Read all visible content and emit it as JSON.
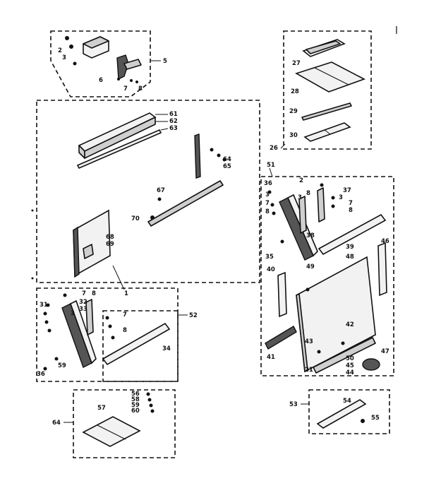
{
  "corner_mark": "l",
  "labels": {
    "n1": "1",
    "n2": "2",
    "n3": "3",
    "n5": "5",
    "n6": "6",
    "n7": "7",
    "n8": "8",
    "n26": "26",
    "n27": "27",
    "n28": "28",
    "n29": "29",
    "n30": "30",
    "n61": "61",
    "n62": "62",
    "n63": "63",
    "n64": "64",
    "n65": "65",
    "n67": "67",
    "n68": "68",
    "n69": "69",
    "n70": "70",
    "n31": "31",
    "n32": "32",
    "n33": "33",
    "n34": "34",
    "n35": "35",
    "n36": "36",
    "n37": "37",
    "n38": "38",
    "n39": "39",
    "n40": "40",
    "n41": "41",
    "n42": "42",
    "n43": "43",
    "n44": "44",
    "n45": "45",
    "n46": "46",
    "n47": "47",
    "n48": "48",
    "n49": "49",
    "n50": "50",
    "n51": "51",
    "n52": "52",
    "n53": "53",
    "n54": "54",
    "n55": "55",
    "n56": "56",
    "n57": "57",
    "n58": "58",
    "n59": "59",
    "n60": "60",
    "n64b": "64",
    "n21": "21"
  }
}
